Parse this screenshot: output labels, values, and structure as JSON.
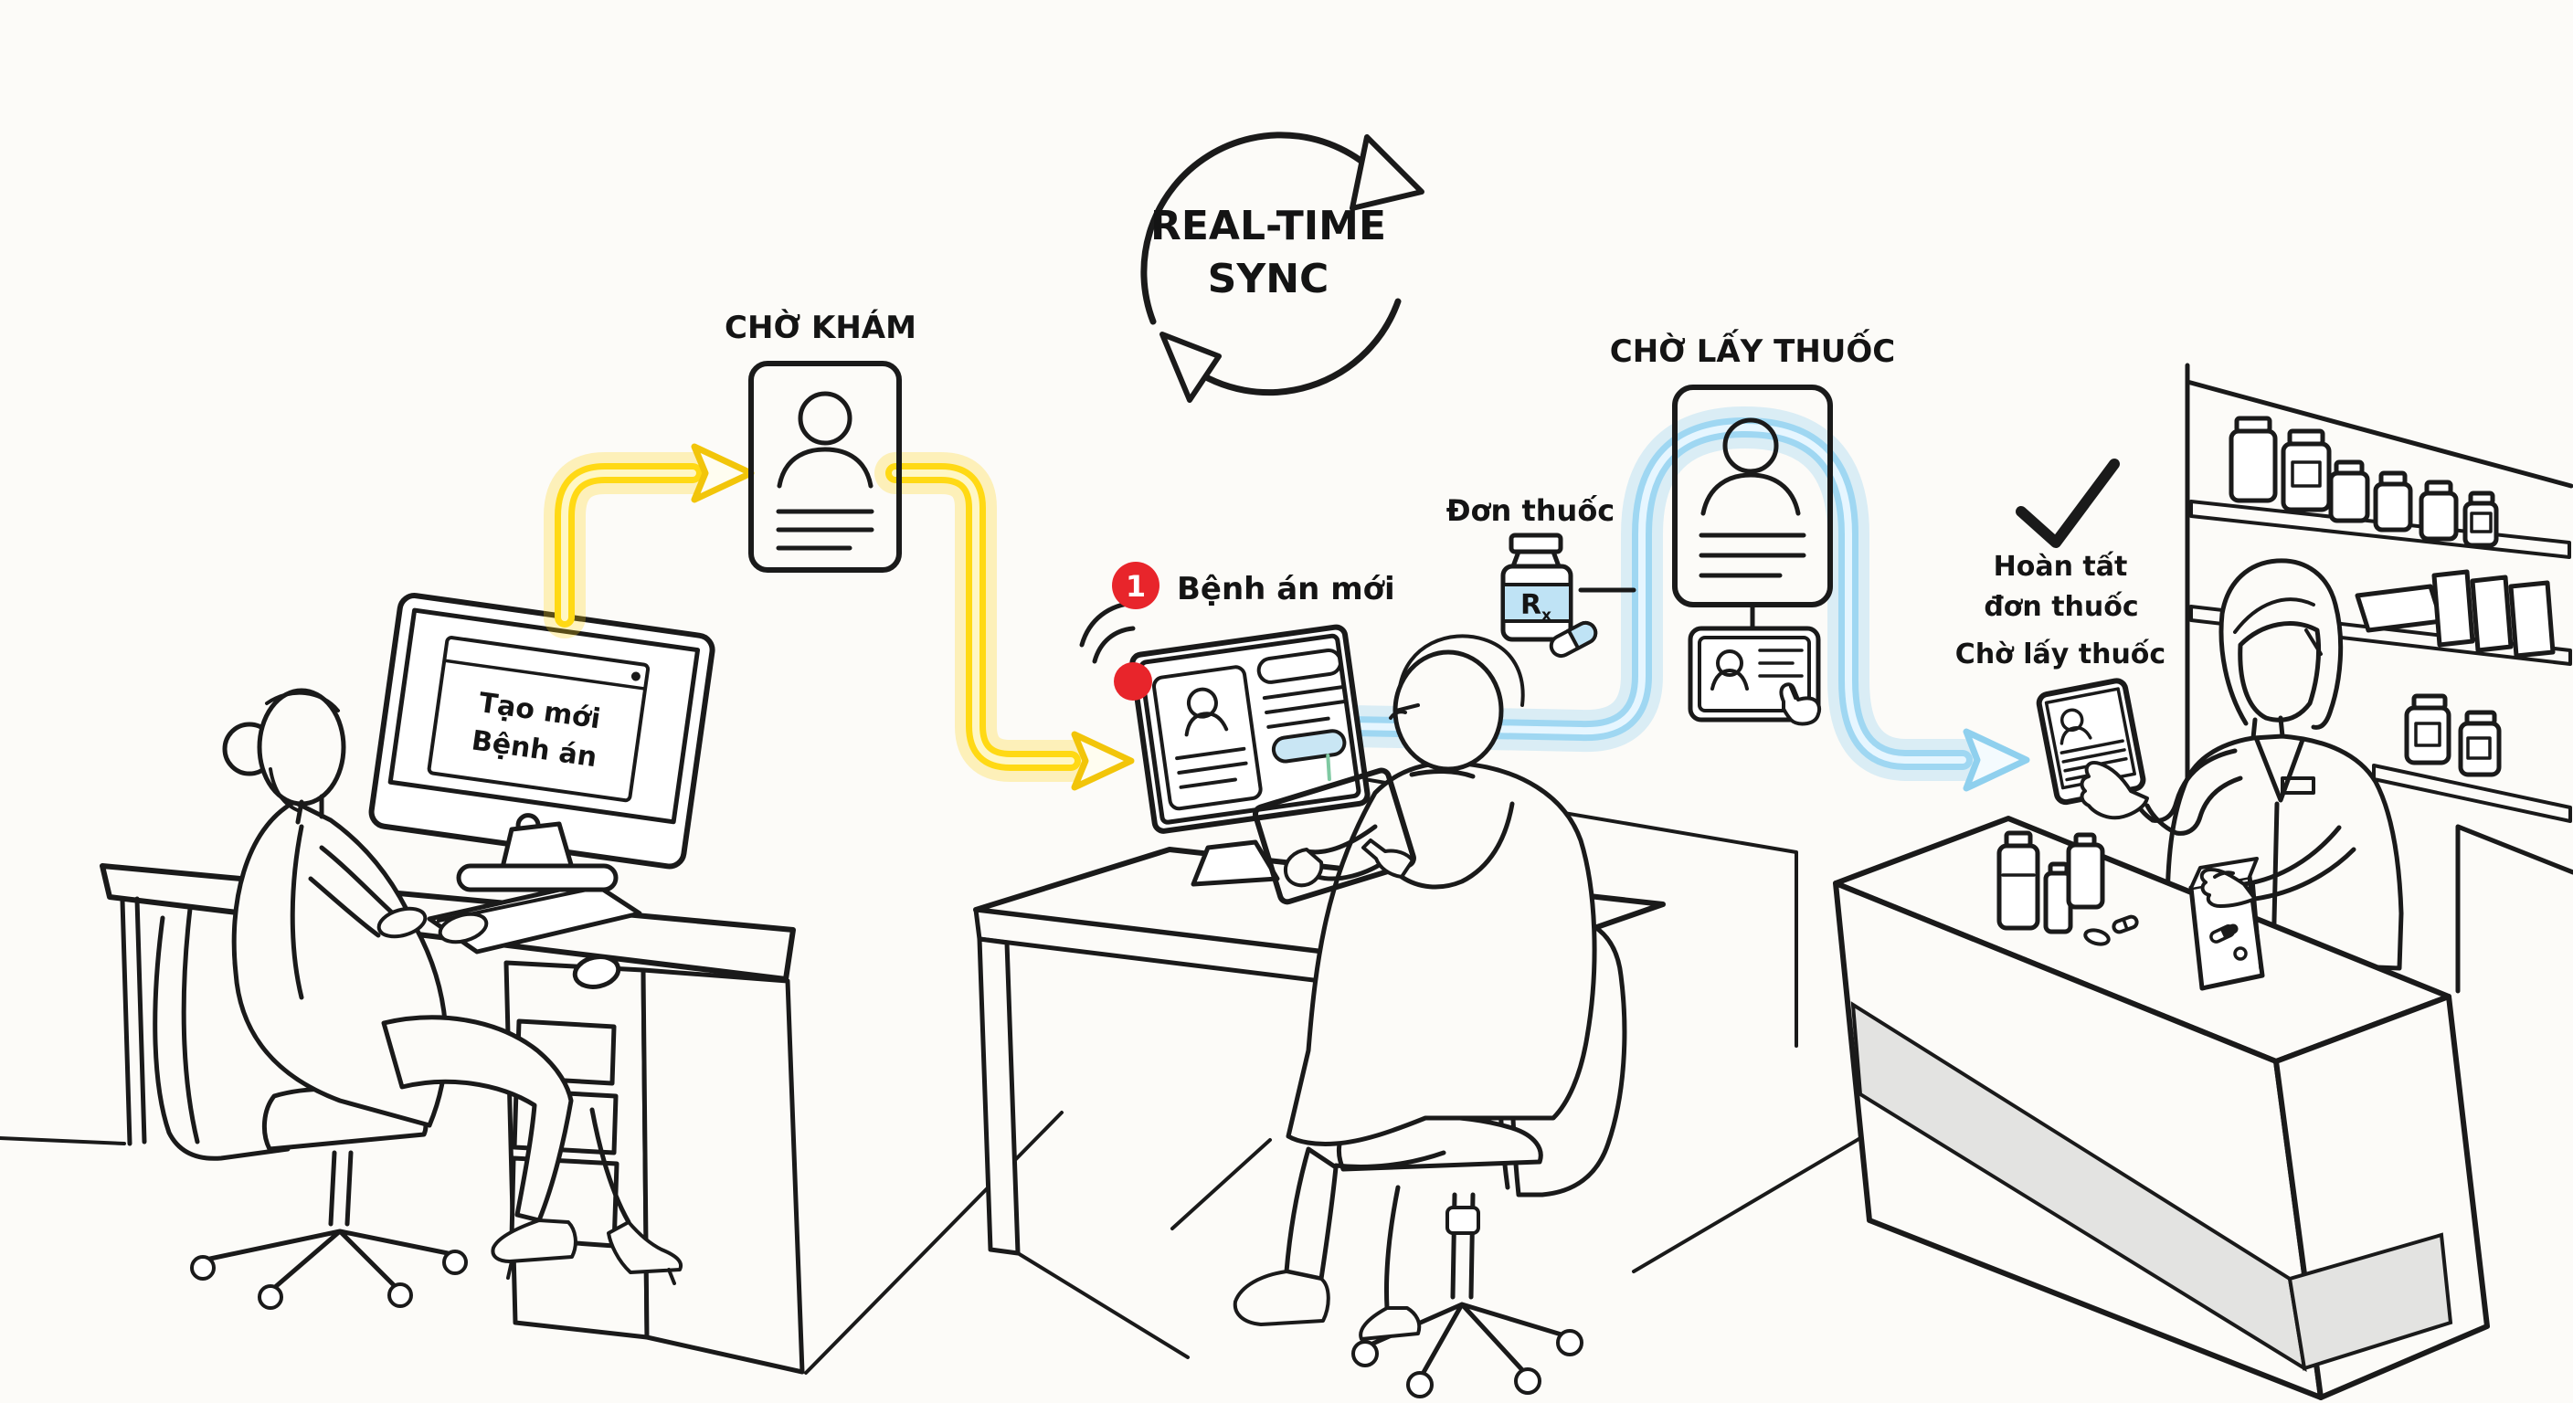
{
  "diagram": {
    "background": "#FCFBF8",
    "sync_label": {
      "line1": "REAL-TIME",
      "line2": "SYNC"
    },
    "reception": {
      "monitor_window": {
        "line1": "Tạo mới",
        "line2": "Bệnh án"
      }
    },
    "exam_queue_card": {
      "label": "CHỜ KHÁM"
    },
    "doctor": {
      "notification_badge": "1",
      "notification_label": "Bệnh án mới"
    },
    "prescription": {
      "label": "Đơn thuốc",
      "rx_main": "R",
      "rx_sub": "x"
    },
    "pharmacy_queue_card": {
      "label": "CHỜ LẤY THUỐC"
    },
    "completion": {
      "line1": "Hoàn tất",
      "line2": "đơn thuốc",
      "line3": "Chờ lấy thuốc"
    },
    "colors": {
      "flow_emr_yellow": "#FFD914",
      "flow_emr_glow": "rgba(255,213,20,0.28)",
      "flow_pharmacy_blue": "#9FD7F2",
      "flow_pharmacy_glow": "rgba(140,205,240,0.30)",
      "exam_card_fill": "#F9F0B6",
      "pharmacy_card_fill": "#ABDCF4",
      "tablet_screen": "#AFDCF4",
      "alert_red": "#E8252B",
      "ink": "#1A1A1A",
      "counter_stripe": "#E3E3E1",
      "screen_gray": "#E7E7E5"
    }
  }
}
